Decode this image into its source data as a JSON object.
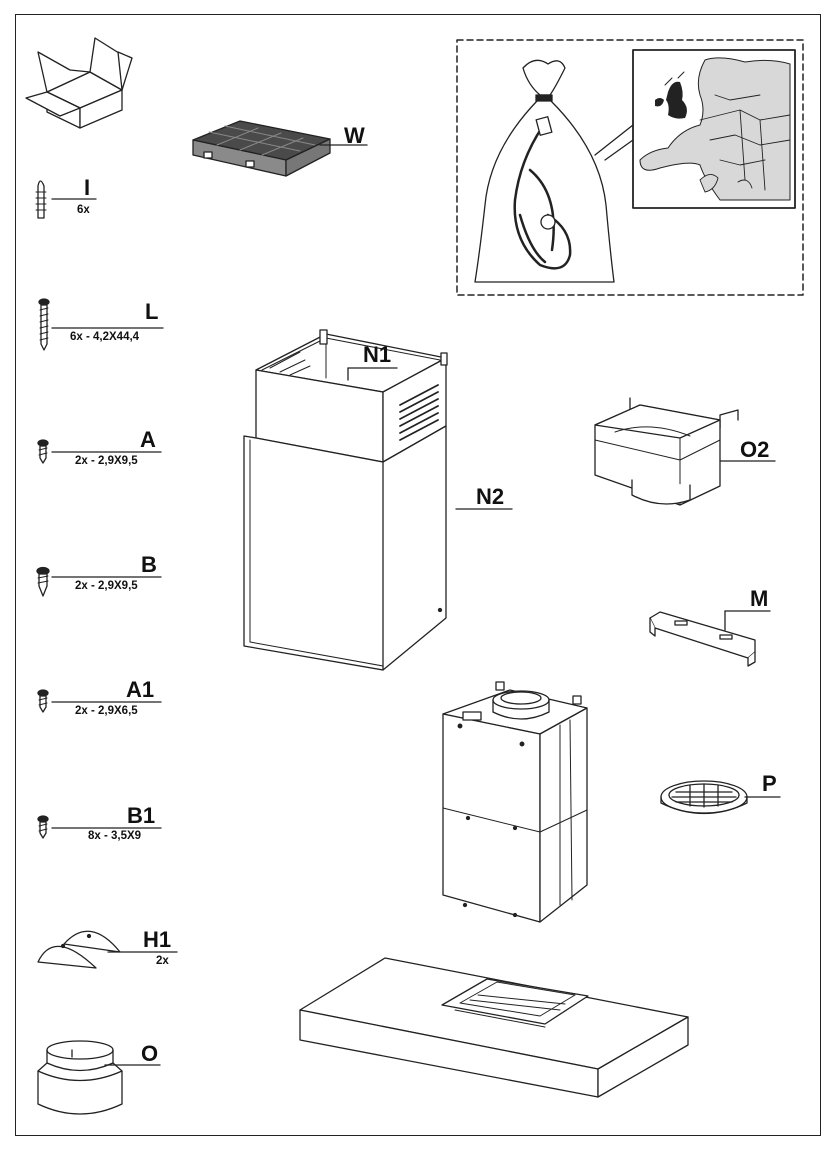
{
  "parts": {
    "W": {
      "code": "W"
    },
    "I": {
      "code": "I",
      "spec": "6x"
    },
    "L": {
      "code": "L",
      "spec": "6x - 4,2X44,4"
    },
    "A": {
      "code": "A",
      "spec": "2x - 2,9X9,5"
    },
    "B": {
      "code": "B",
      "spec": "2x - 2,9X9,5"
    },
    "A1": {
      "code": "A1",
      "spec": "2x - 2,9X6,5"
    },
    "B1": {
      "code": "B1",
      "spec": "8x - 3,5X9"
    },
    "H1": {
      "code": "H1",
      "spec": "2x"
    },
    "O": {
      "code": "O"
    },
    "N1": {
      "code": "N1"
    },
    "N2": {
      "code": "N2"
    },
    "O2": {
      "code": "O2"
    },
    "M": {
      "code": "M"
    },
    "P": {
      "code": "P"
    }
  },
  "colors": {
    "ink": "#222222",
    "filter_dark": "#555555",
    "map_land": "#d8d8d8",
    "uk_highlight": "#222222"
  },
  "icons": [
    "box-icon",
    "charcoal-filter-icon",
    "wall-plug-icon",
    "screw-icon",
    "power-cable-bag-icon",
    "europe-map-icon",
    "chimney-upper-icon",
    "chimney-lower-icon",
    "air-outlet-icon",
    "bracket-icon",
    "grille-icon",
    "motor-unit-icon",
    "canopy-icon",
    "half-disc-icon",
    "duct-ring-icon"
  ]
}
